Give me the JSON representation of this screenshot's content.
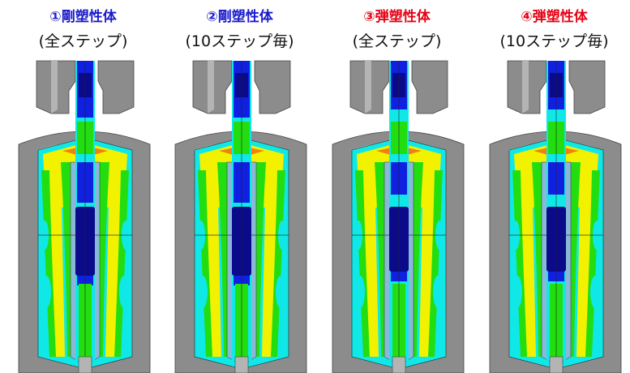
{
  "panels": [
    {
      "title": "①剛塑性体",
      "subtitle": "(全ステップ)",
      "title_color": "#1a1acc",
      "variant": "rigid"
    },
    {
      "title": "②剛塑性体",
      "subtitle": "(10ステップ毎)",
      "title_color": "#1a1acc",
      "variant": "rigid"
    },
    {
      "title": "③弾塑性体",
      "subtitle": "(全ステップ)",
      "title_color": "#e60012",
      "variant": "elastic"
    },
    {
      "title": "④弾塑性体",
      "subtitle": "(10ステップ毎)",
      "title_color": "#e60012",
      "variant": "elastic"
    }
  ],
  "colors": {
    "gray": "#8c8c8c",
    "gray_light": "#b4b4b4",
    "yellow": "#f2f200",
    "orange": "#f08010",
    "green": "#22dd10",
    "cyan": "#10e8e8",
    "lightblue": "#8ab8d8",
    "blue": "#1020e0",
    "navy": "#0a0a8a"
  }
}
